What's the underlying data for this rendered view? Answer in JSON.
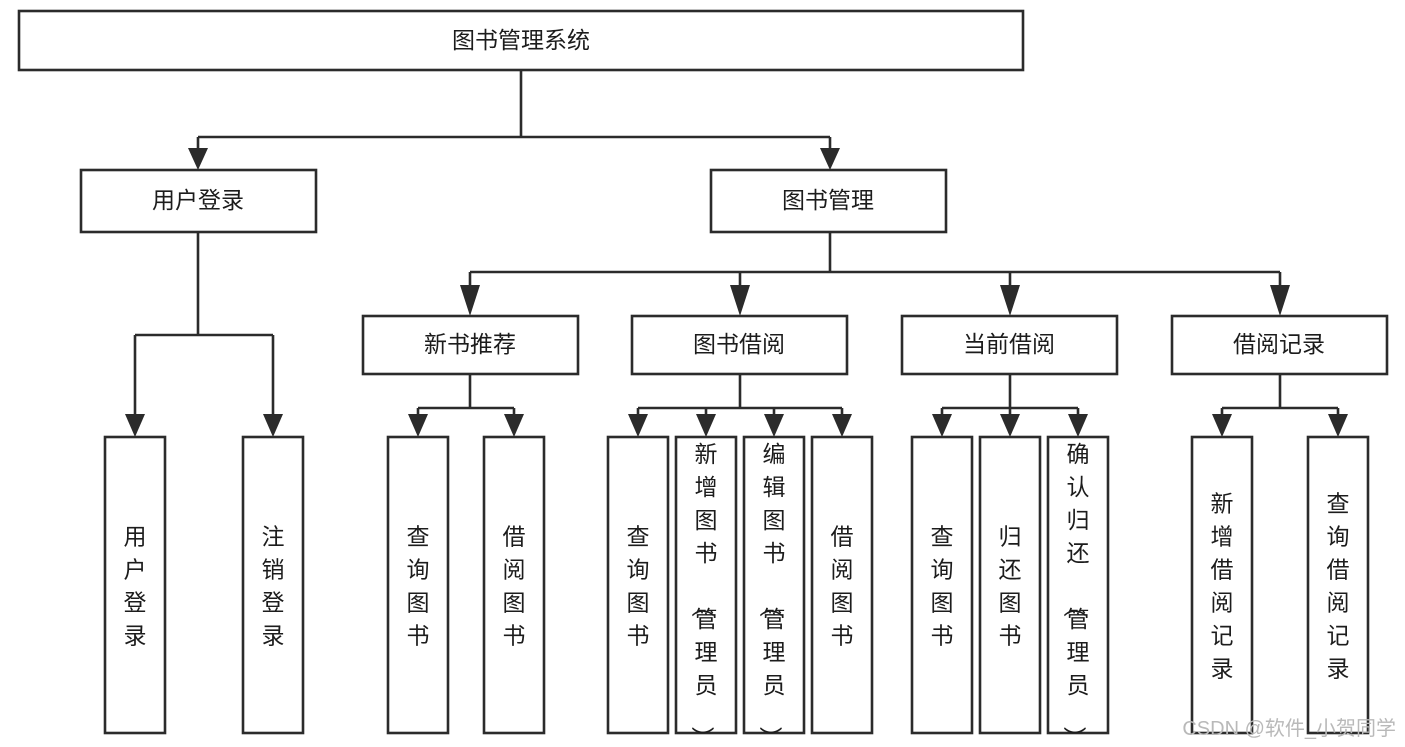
{
  "diagram": {
    "type": "tree-hierarchy-chart",
    "title": "图书管理系统",
    "orientation": "top-down",
    "colors": {
      "stroke": "#2b2b2b",
      "fill": "#ffffff",
      "text": "#1c1c1c",
      "watermark": "#b9b9b9"
    },
    "levels": {
      "root": {
        "label": "图书管理系统"
      },
      "level2": [
        {
          "id": "user-login",
          "label": "用户登录"
        },
        {
          "id": "book-management",
          "label": "图书管理"
        }
      ],
      "level3": [
        {
          "id": "new-book-recommend",
          "label": "新书推荐",
          "parent": "book-management"
        },
        {
          "id": "book-borrow",
          "label": "图书借阅",
          "parent": "book-management"
        },
        {
          "id": "current-borrow",
          "label": "当前借阅",
          "parent": "book-management"
        },
        {
          "id": "borrow-record",
          "label": "借阅记录",
          "parent": "book-management"
        }
      ],
      "leaves": [
        {
          "id": "leaf-user-login",
          "label": "用户登录",
          "parent": "user-login"
        },
        {
          "id": "leaf-logout-login",
          "label": "注销登录",
          "parent": "user-login"
        },
        {
          "id": "leaf-query-book-1",
          "label": "查询图书",
          "parent": "new-book-recommend"
        },
        {
          "id": "leaf-borrow-book-1",
          "label": "借阅图书",
          "parent": "new-book-recommend"
        },
        {
          "id": "leaf-query-book-2",
          "label": "查询图书",
          "parent": "book-borrow"
        },
        {
          "id": "leaf-add-book",
          "label": "新增图书（管理员）",
          "parent": "book-borrow"
        },
        {
          "id": "leaf-edit-book",
          "label": "编辑图书（管理员）",
          "parent": "book-borrow"
        },
        {
          "id": "leaf-borrow-book-2",
          "label": "借阅图书",
          "parent": "book-borrow"
        },
        {
          "id": "leaf-query-book-3",
          "label": "查询图书",
          "parent": "current-borrow"
        },
        {
          "id": "leaf-return-book",
          "label": "归还图书",
          "parent": "current-borrow"
        },
        {
          "id": "leaf-confirm-return",
          "label": "确认归还（管理员）",
          "parent": "current-borrow"
        },
        {
          "id": "leaf-add-record",
          "label": "新增借阅记录",
          "parent": "borrow-record"
        },
        {
          "id": "leaf-query-record",
          "label": "查询借阅记录",
          "parent": "borrow-record"
        }
      ]
    }
  },
  "watermark": {
    "text": "CSDN @软件_小贺同学"
  }
}
